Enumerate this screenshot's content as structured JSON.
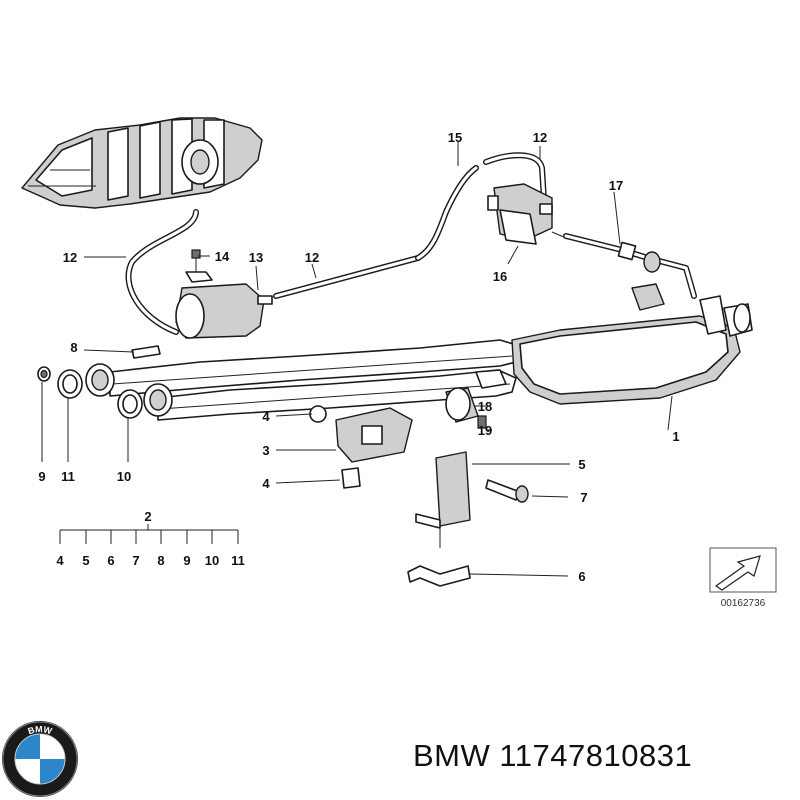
{
  "callouts": [
    {
      "id": "c15",
      "text": "15"
    },
    {
      "id": "c12a",
      "text": "12"
    },
    {
      "id": "c17",
      "text": "17"
    },
    {
      "id": "c12b",
      "text": "12"
    },
    {
      "id": "c14",
      "text": "14"
    },
    {
      "id": "c13",
      "text": "13"
    },
    {
      "id": "c12c",
      "text": "12"
    },
    {
      "id": "c16",
      "text": "16"
    },
    {
      "id": "c8",
      "text": "8"
    },
    {
      "id": "c18",
      "text": "18"
    },
    {
      "id": "c1",
      "text": "1"
    },
    {
      "id": "c19",
      "text": "19"
    },
    {
      "id": "c4a",
      "text": "4"
    },
    {
      "id": "c3",
      "text": "3"
    },
    {
      "id": "c4b",
      "text": "4"
    },
    {
      "id": "c5",
      "text": "5"
    },
    {
      "id": "c7",
      "text": "7"
    },
    {
      "id": "c9",
      "text": "9"
    },
    {
      "id": "c11",
      "text": "11"
    },
    {
      "id": "c10",
      "text": "10"
    },
    {
      "id": "c6",
      "text": "6"
    }
  ],
  "kit": {
    "header": "2",
    "items": [
      "4",
      "5",
      "6",
      "7",
      "8",
      "9",
      "10",
      "11"
    ]
  },
  "reference_number": "00162736",
  "logo": {
    "letters": "BMW",
    "colors": {
      "blue": "#2d86c9",
      "white": "#ffffff",
      "ring": "#1a1a1a"
    }
  },
  "caption": "BMW 11747810831"
}
